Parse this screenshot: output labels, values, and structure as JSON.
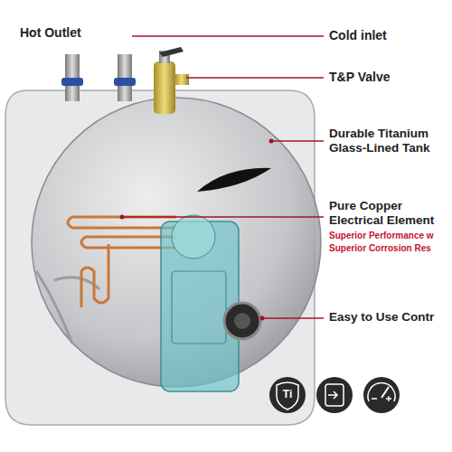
{
  "diagram": {
    "labels": [
      "Hot Outlet",
      "Cold inlet",
      "T&P Valve",
      "Durable Titanium Glass-Lined Tank",
      "Pure Copper Electrical Element",
      "Superior Performance w",
      "Superior Corrosion Res",
      "Easy to Use Contr",
      "Ti"
    ]
  }
}
